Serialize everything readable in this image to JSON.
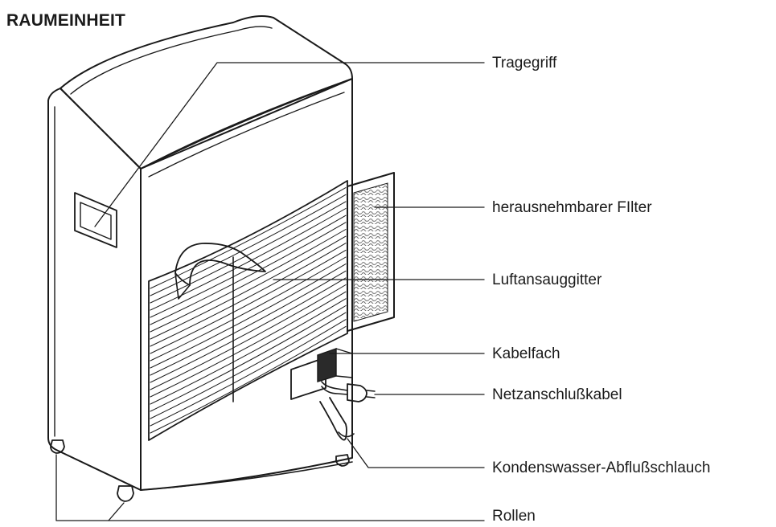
{
  "title": "RAUMEINHEIT",
  "labels": {
    "tragegriff": "Tragegriff",
    "filter": "herausnehmbarer FIlter",
    "luftansauggitter": "Luftansauggitter",
    "kabelfach": "Kabelfach",
    "netzanschlusskabel": "Netzanschlußkabel",
    "abflussschlauch": "Kondenswasser-Abflußschlauch",
    "rollen": "Rollen"
  },
  "colors": {
    "line": "#1a1a1a",
    "background": "#ffffff",
    "filter_mesh": "#8a8a8a"
  }
}
